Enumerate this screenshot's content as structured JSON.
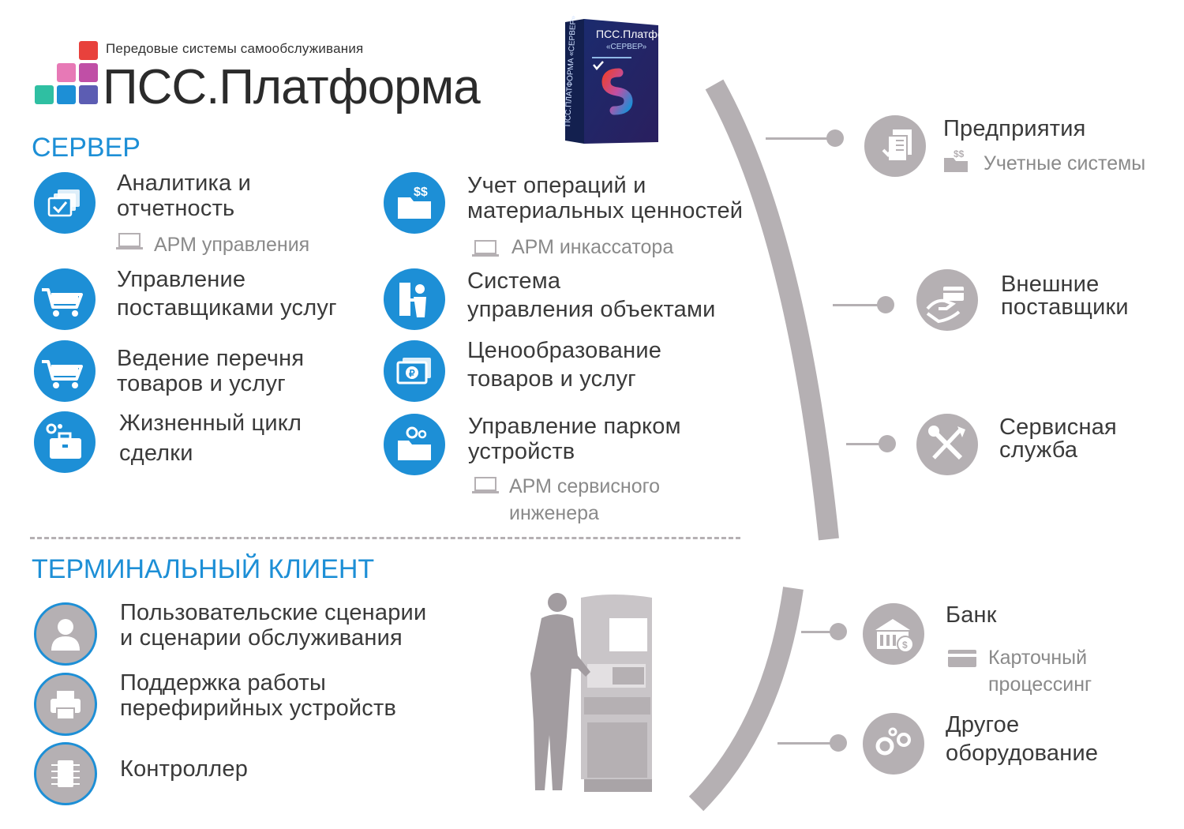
{
  "header": {
    "tagline": "Передовые системы самообслуживания",
    "brand": "ПСС.Платформа"
  },
  "box": {
    "title": "ПСС.Платформа",
    "subtitle": "«СЕРВЕР»",
    "spine": "ПСС.ПЛАТФОРМА «СЕРВЕР»"
  },
  "server": {
    "title": "СЕРВЕР",
    "left": [
      {
        "label_l1": "Аналитика и",
        "label_l2": "отчетность",
        "sub": "АРМ управления",
        "icon": "report-check-icon"
      },
      {
        "label_l1": "Управление",
        "label_l2": "поставщиками услуг",
        "icon": "cart-icon"
      },
      {
        "label_l1": "Ведение перечня",
        "label_l2": "товаров и услуг",
        "icon": "cart-icon"
      },
      {
        "label_l1": "Жизненный цикл",
        "label_l2": "сделки",
        "icon": "briefcase-gears-icon"
      }
    ],
    "right": [
      {
        "label_l1": "Учет операций и",
        "label_l2": "материальных ценностей",
        "sub": "АРМ инкассатора",
        "icon": "folder-money-icon"
      },
      {
        "label_l1": "Система",
        "label_l2": "управления объектами",
        "icon": "kiosk-user-icon"
      },
      {
        "label_l1": "Ценообразование",
        "label_l2": "товаров и услуг",
        "icon": "ruble-bills-icon"
      },
      {
        "label_l1": "Управление парком",
        "label_l2": "устройств",
        "sub_l1": "АРМ сервисного",
        "sub_l2": "инженера",
        "icon": "folder-gear-icon"
      }
    ]
  },
  "terminal": {
    "title": "ТЕРМИНАЛЬНЫЙ КЛИЕНТ",
    "items": [
      {
        "label_l1": "Пользовательские сценарии",
        "label_l2": "и сценарии обслуживания",
        "icon": "user-icon"
      },
      {
        "label_l1": "Поддержка работы",
        "label_l2": "перефирийных устройств",
        "icon": "printer-icon"
      },
      {
        "label_l1": "Контроллер",
        "icon": "chip-icon"
      }
    ]
  },
  "external_top": [
    {
      "label": "Предприятия",
      "sub": "Учетные системы",
      "icon": "documents-check-icon"
    },
    {
      "label_l1": "Внешние",
      "label_l2": "поставщики",
      "icon": "hand-card-icon"
    },
    {
      "label_l1": "Сервисная",
      "label_l2": "служба",
      "icon": "tools-icon"
    }
  ],
  "external_bottom": [
    {
      "label": "Банк",
      "sub_l1": "Карточный",
      "sub_l2": "процессинг",
      "icon": "bank-icon"
    },
    {
      "label_l1": "Другое",
      "label_l2": "оборудование",
      "icon": "gears-icon"
    }
  ],
  "colors": {
    "accent": "#1d8fd6",
    "grey": "#b5b0b3",
    "text": "#3a3a3a",
    "subtext": "#8a8a8a"
  }
}
